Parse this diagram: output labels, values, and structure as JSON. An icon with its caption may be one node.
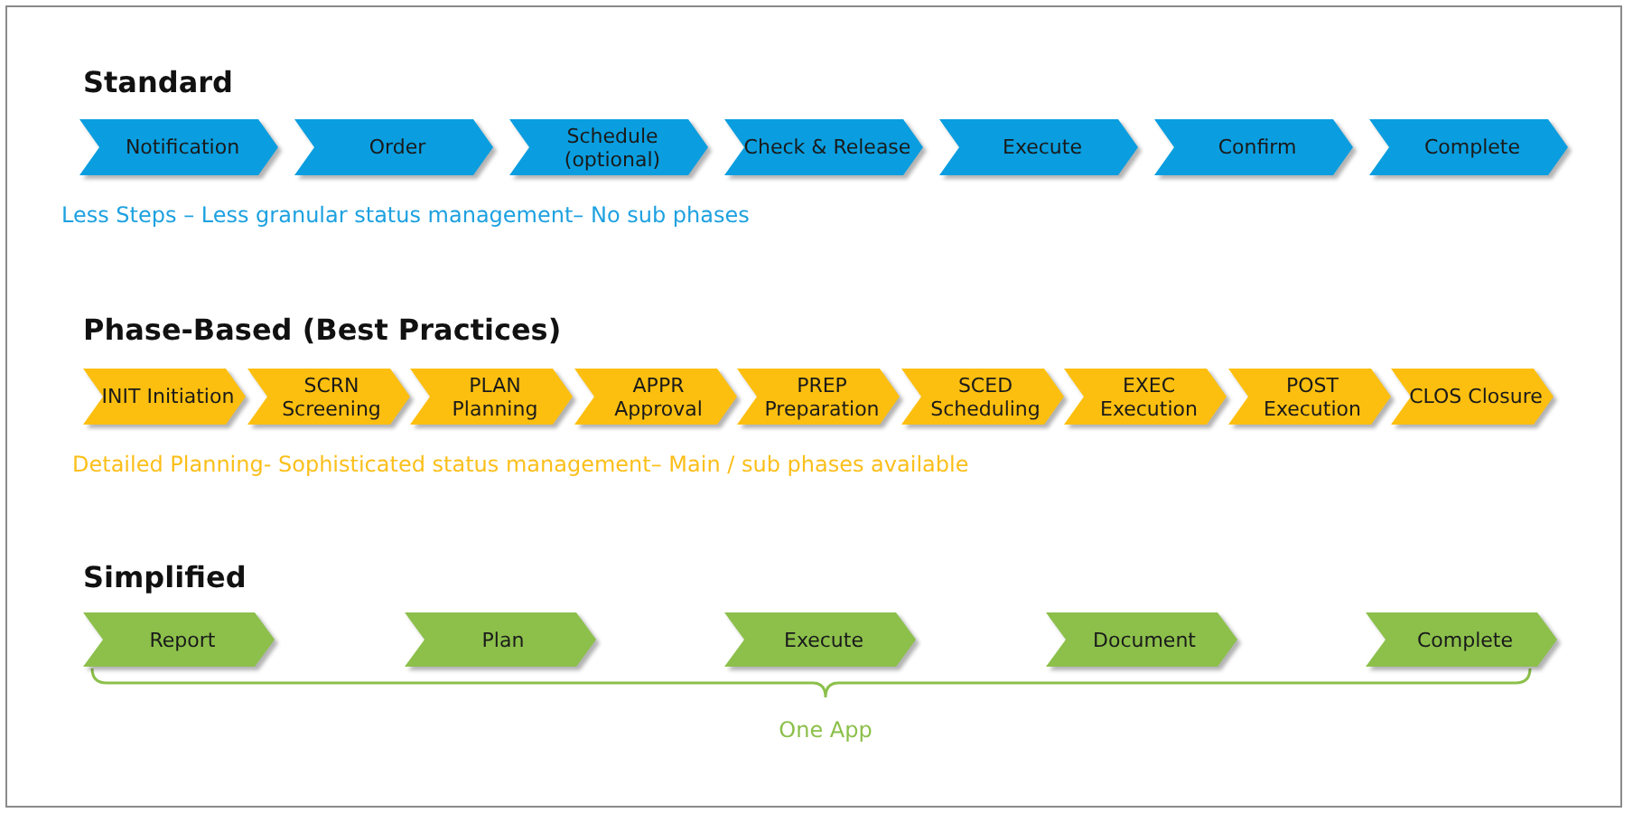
{
  "diagram": {
    "nodes": [
      {
        "text": [
          "Notification"
        ]
      },
      {
        "text": [
          "Order"
        ]
      },
      {
        "text": [
          "Schedule (optional)"
        ]
      },
      {
        "text": [
          "Check & Release"
        ]
      },
      {
        "text": [
          "Execute"
        ]
      },
      {
        "text": [
          "Confirm"
        ]
      },
      {
        "text": [
          "Complete"
        ]
      },
      {
        "text": [
          "INIT Initiation"
        ]
      },
      {
        "text": [
          "SCRN Screening"
        ]
      },
      {
        "text": [
          "PLAN Planning"
        ]
      },
      {
        "text": [
          "APPR Approval"
        ]
      },
      {
        "text": [
          "PREP Preparation"
        ]
      },
      {
        "text": [
          "SCED Scheduling"
        ]
      },
      {
        "text": [
          "EXEC Execution"
        ]
      },
      {
        "text": [
          "POST Execution"
        ]
      },
      {
        "text": [
          "CLOS Closure"
        ]
      },
      {
        "text": [
          "Report"
        ]
      },
      {
        "text": [
          "Plan"
        ]
      },
      {
        "text": [
          "Execute"
        ]
      },
      {
        "text": [
          "Document"
        ]
      },
      {
        "text": [
          "Complete"
        ]
      }
    ],
    "labels": [
      "Standard",
      "Less Steps – Less granular status management– No sub phases",
      "Phase-Based (Best Practices)",
      "Detailed Planning- Sophisticated status management– Main / sub phases available",
      "Simplified",
      "One App"
    ]
  }
}
